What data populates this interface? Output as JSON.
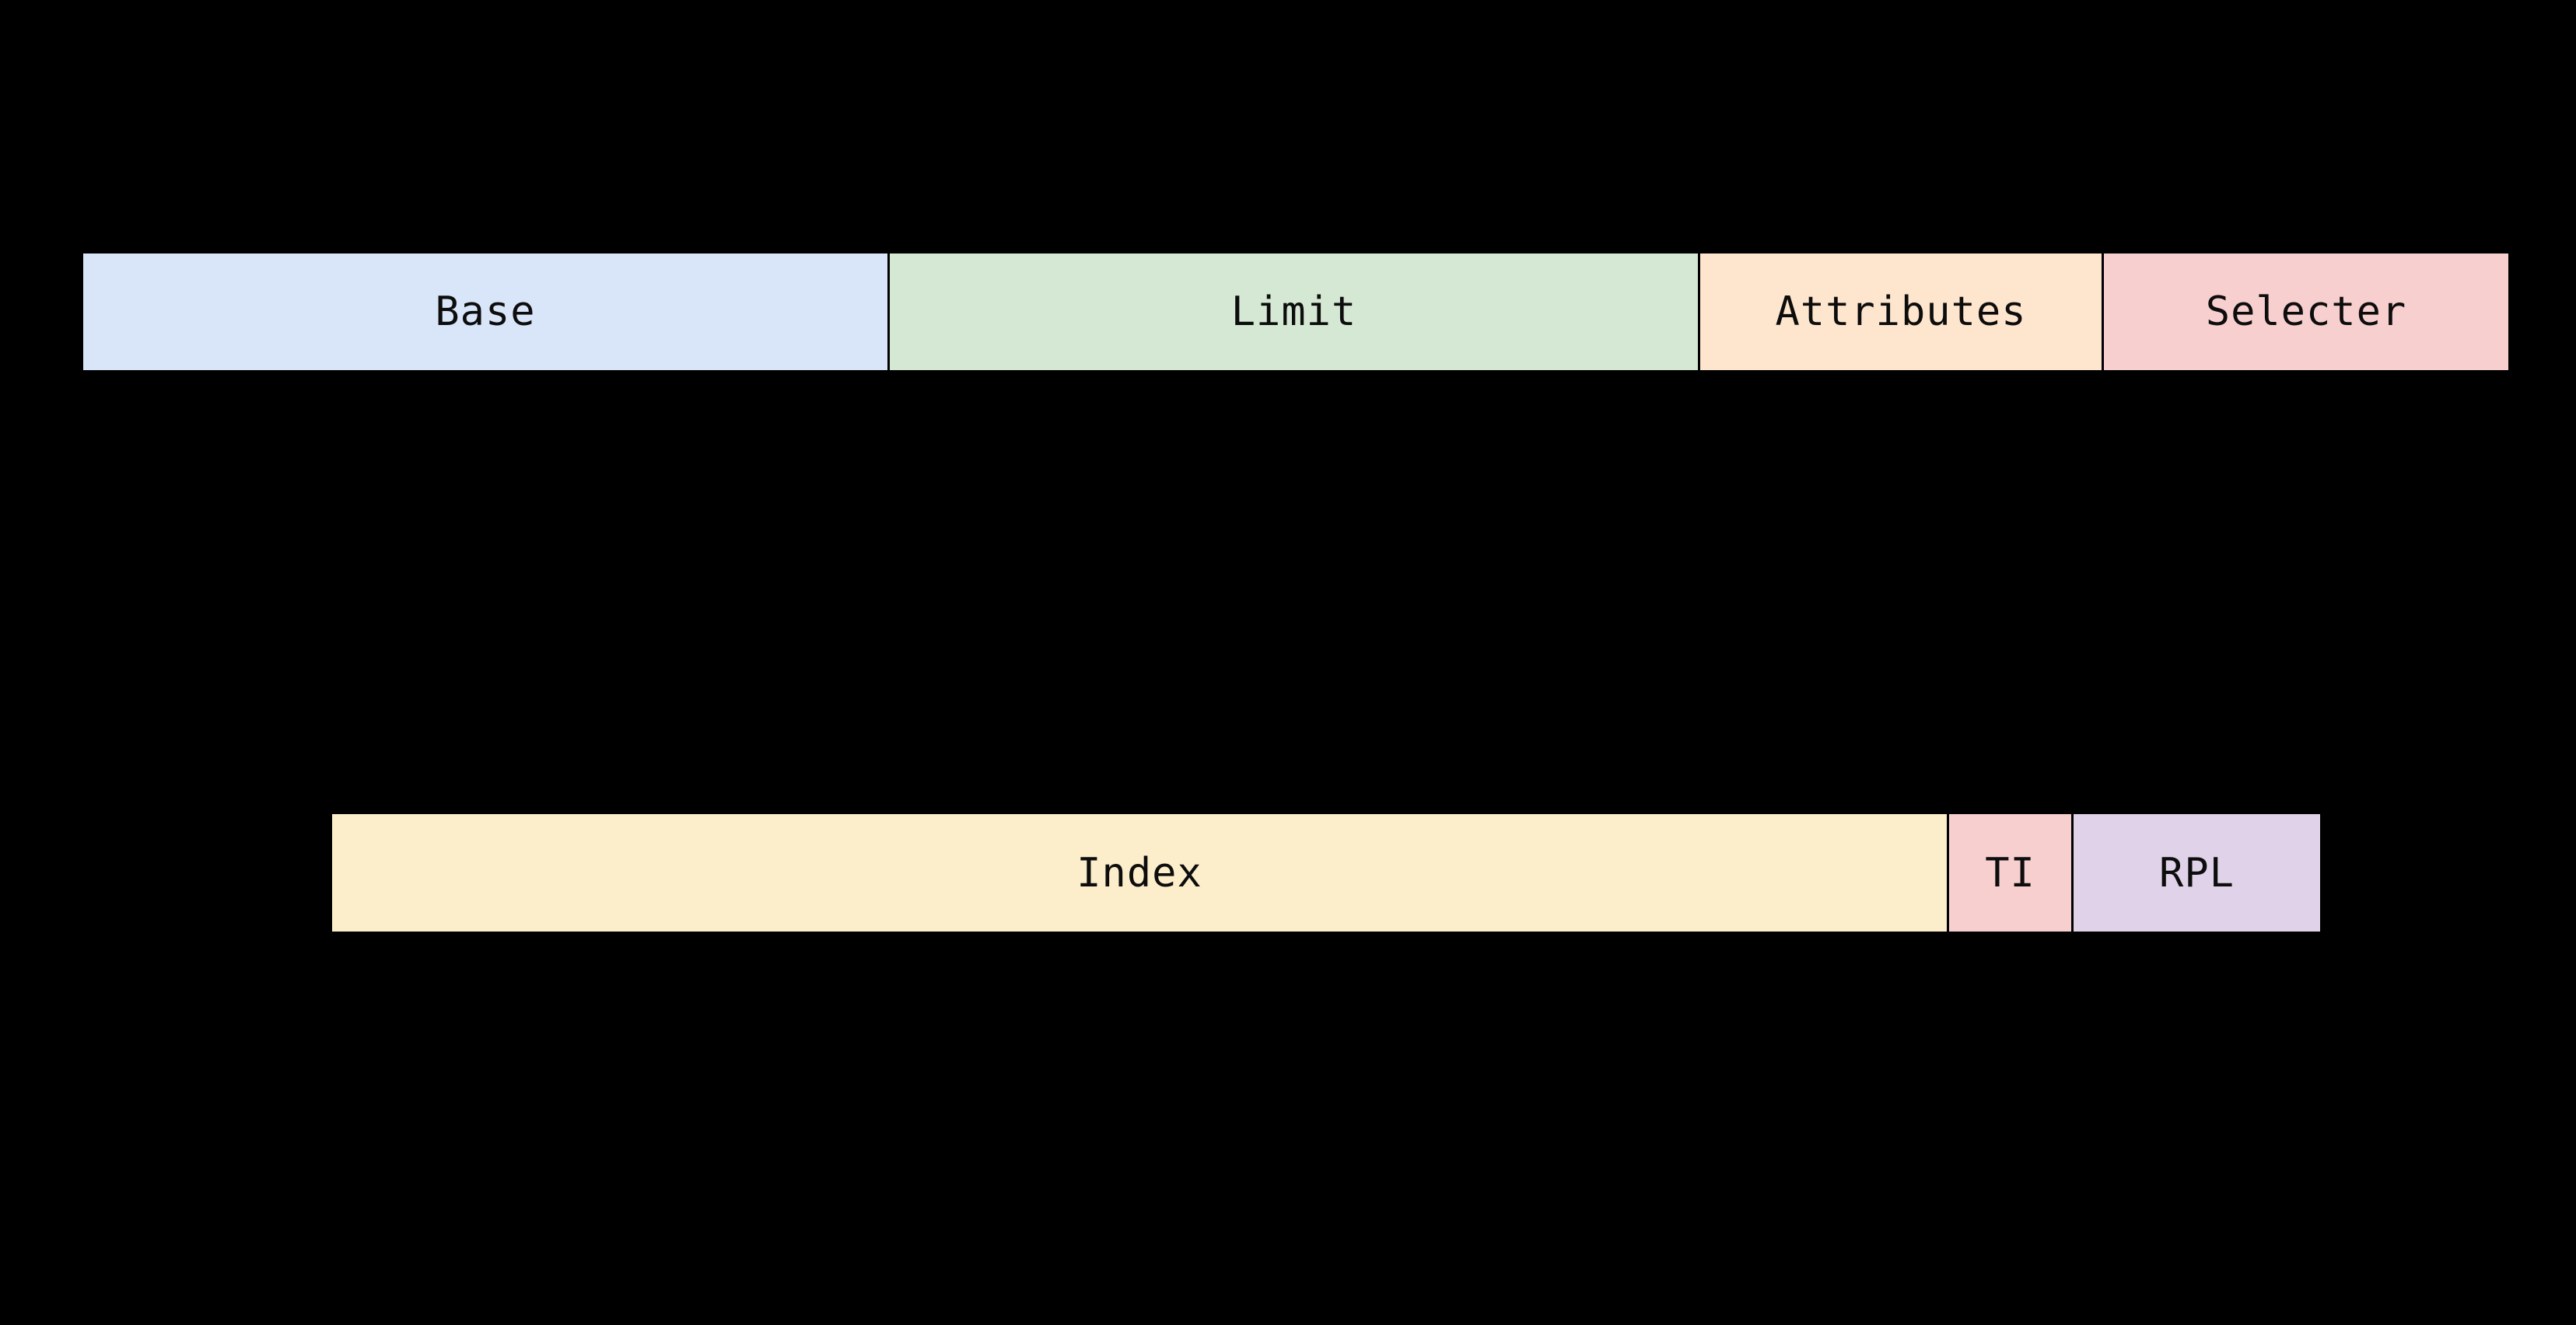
{
  "page": {
    "background_color": "#000000",
    "text_color": "#0d0d0d",
    "border_color": "#000000"
  },
  "descriptor_bar": {
    "name": "segment-descriptor",
    "segments": [
      {
        "label": "Base",
        "color": "#d9e6f9"
      },
      {
        "label": "Limit",
        "color": "#d4e8d3"
      },
      {
        "label": "Attributes",
        "color": "#fde6cd"
      },
      {
        "label": "Selecter",
        "color": "#f8cfcf"
      }
    ]
  },
  "selector_bar": {
    "name": "segment-selector",
    "segments": [
      {
        "label": "Index",
        "color": "#fdeecb"
      },
      {
        "label": "TI",
        "color": "#f8cfcf"
      },
      {
        "label": "RPL",
        "color": "#e0d3e9"
      }
    ]
  }
}
